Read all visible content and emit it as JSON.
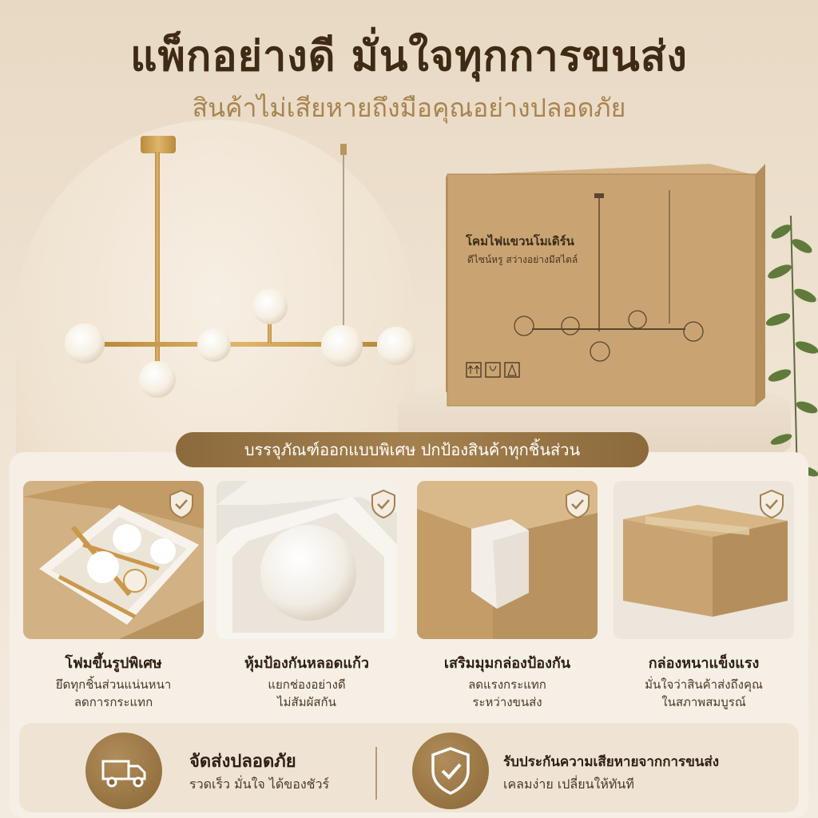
{
  "header": {
    "title": "แพ็กอย่างดี มั่นใจทุกการขนส่ง",
    "subtitle": "สินค้าไม่เสียหายถึงมือคุณอย่างปลอดภัย"
  },
  "product_box": {
    "title": "โคมไฟแขวนโมเดิร์น",
    "subtitle": "ดีไซน์หรู สว่างอย่างมีสไตล์"
  },
  "banner": {
    "label": "บรรจุภัณฑ์ออกแบบพิเศษ ปกป้องสินค้าทุกชิ้นส่วน"
  },
  "features": [
    {
      "title": "โฟมขึ้นรูปพิเศษ",
      "desc_1": "ยึดทุกชิ้นส่วนแน่นหนา",
      "desc_2": "ลดการกระแทก",
      "icon": "shield-check-icon"
    },
    {
      "title": "หุ้มป้องกันหลอดแก้ว",
      "desc_1": "แยกช่องอย่างดี",
      "desc_2": "ไม่สัมผัสกัน",
      "icon": "shield-check-icon"
    },
    {
      "title": "เสริมมุมกล่องป้องกัน",
      "desc_1": "ลดแรงกระแทก",
      "desc_2": "ระหว่างขนส่ง",
      "icon": "shield-check-icon"
    },
    {
      "title": "กล่องหนาแข็งแรง",
      "desc_1": "มั่นใจว่าสินค้าส่งถึงคุณ",
      "desc_2": "ในสภาพสมบูรณ์",
      "icon": "shield-check-icon"
    }
  ],
  "bottom": {
    "shipping_title": "จัดส่งปลอดภัย",
    "shipping_desc": "รวดเร็ว มั่นใจ ได้ของชัวร์",
    "shipping_icon": "truck-icon",
    "guarantee_title": "รับประกันความเสียหายจากการขนส่ง",
    "guarantee_desc": "เคลมง่าย เปลี่ยนให้ทันที",
    "guarantee_icon": "shield-check-icon"
  },
  "colors": {
    "accent_gold": "#a4804d",
    "dark_brown": "#3f2a14",
    "cardboard": "#c9a472",
    "background": "#efe3d2"
  }
}
